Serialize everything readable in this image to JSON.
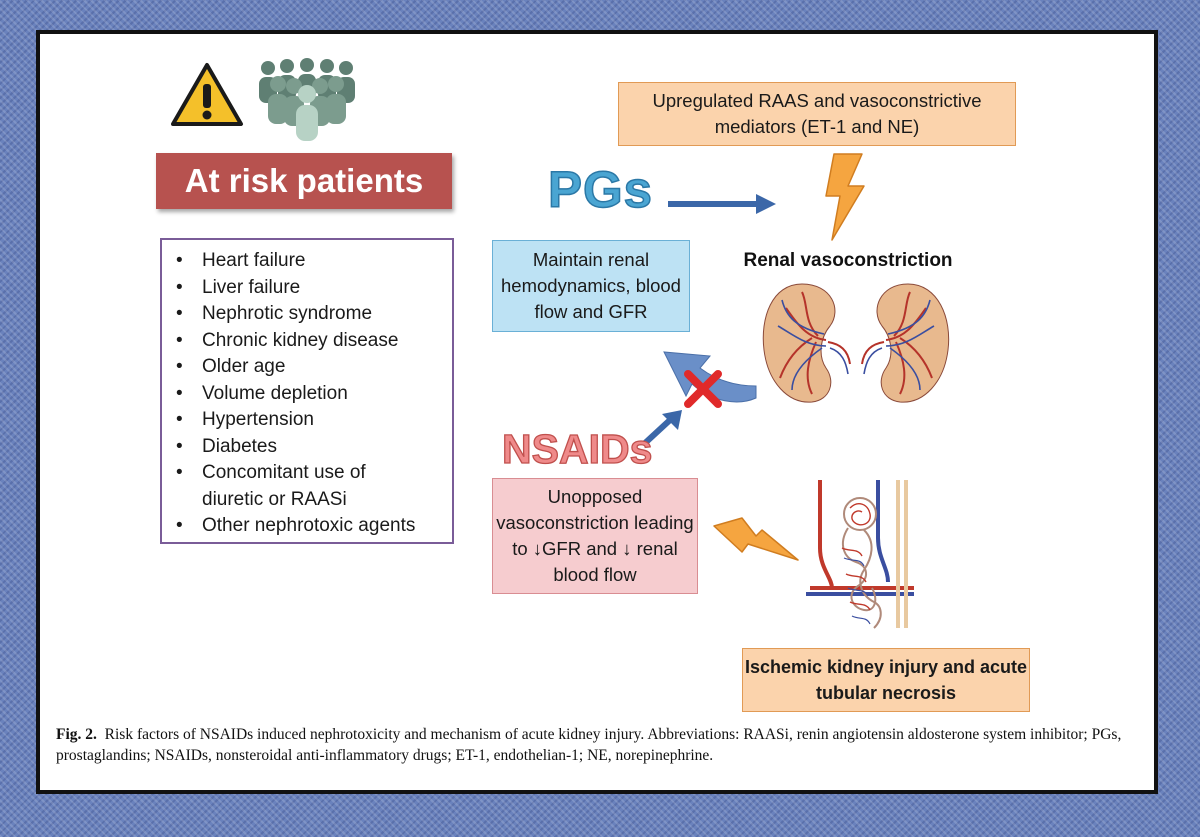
{
  "risk": {
    "title": "At risk patients",
    "items": [
      "Heart failure",
      "Liver failure",
      "Nephrotic syndrome",
      "Chronic kidney disease",
      "Older age",
      "Volume depletion",
      "Hypertension",
      "Diabetes",
      "Concomitant use of",
      "diuretic or RAASi",
      "Other nephrotoxic agents"
    ]
  },
  "pgs": {
    "label": "PGs",
    "maintain": "Maintain renal hemodynamics, blood flow and GFR"
  },
  "raas": {
    "text": "Upregulated RAAS and vasoconstrictive mediators (ET-1 and NE)"
  },
  "renal": {
    "label": "Renal vasoconstriction"
  },
  "nsaids": {
    "label": "NSAIDs",
    "unopposed": "Unopposed vasoconstriction leading to ↓GFR and ↓ renal blood flow"
  },
  "ischemic": {
    "text": "Ischemic kidney injury and acute tubular necrosis"
  },
  "caption": {
    "label": "Fig. 2.",
    "text": "Risk factors of NSAIDs induced nephrotoxicity and mechanism of acute kidney injury. Abbreviations: RAASi, renin angiotensin aldosterone system inhibitor; PGs, prostaglandins; NSAIDs, nonsteroidal anti-inflammatory drugs; ET-1, endothelian-1; NE, norepinephrine."
  },
  "colors": {
    "risk_title_bg": "#b7524f",
    "pgs_blue": "#4aa5d2",
    "nsaids_red": "#ef8a8a",
    "orange_box": "#fbd3ac",
    "blue_box": "#bde2f4",
    "pink_box": "#f6cccf",
    "arrow_blue": "#3b67a8"
  },
  "icons": [
    "warning-icon",
    "people-group-icon",
    "lightning-icon",
    "kidneys-illustration",
    "nephron-illustration",
    "blocked-x-icon"
  ]
}
